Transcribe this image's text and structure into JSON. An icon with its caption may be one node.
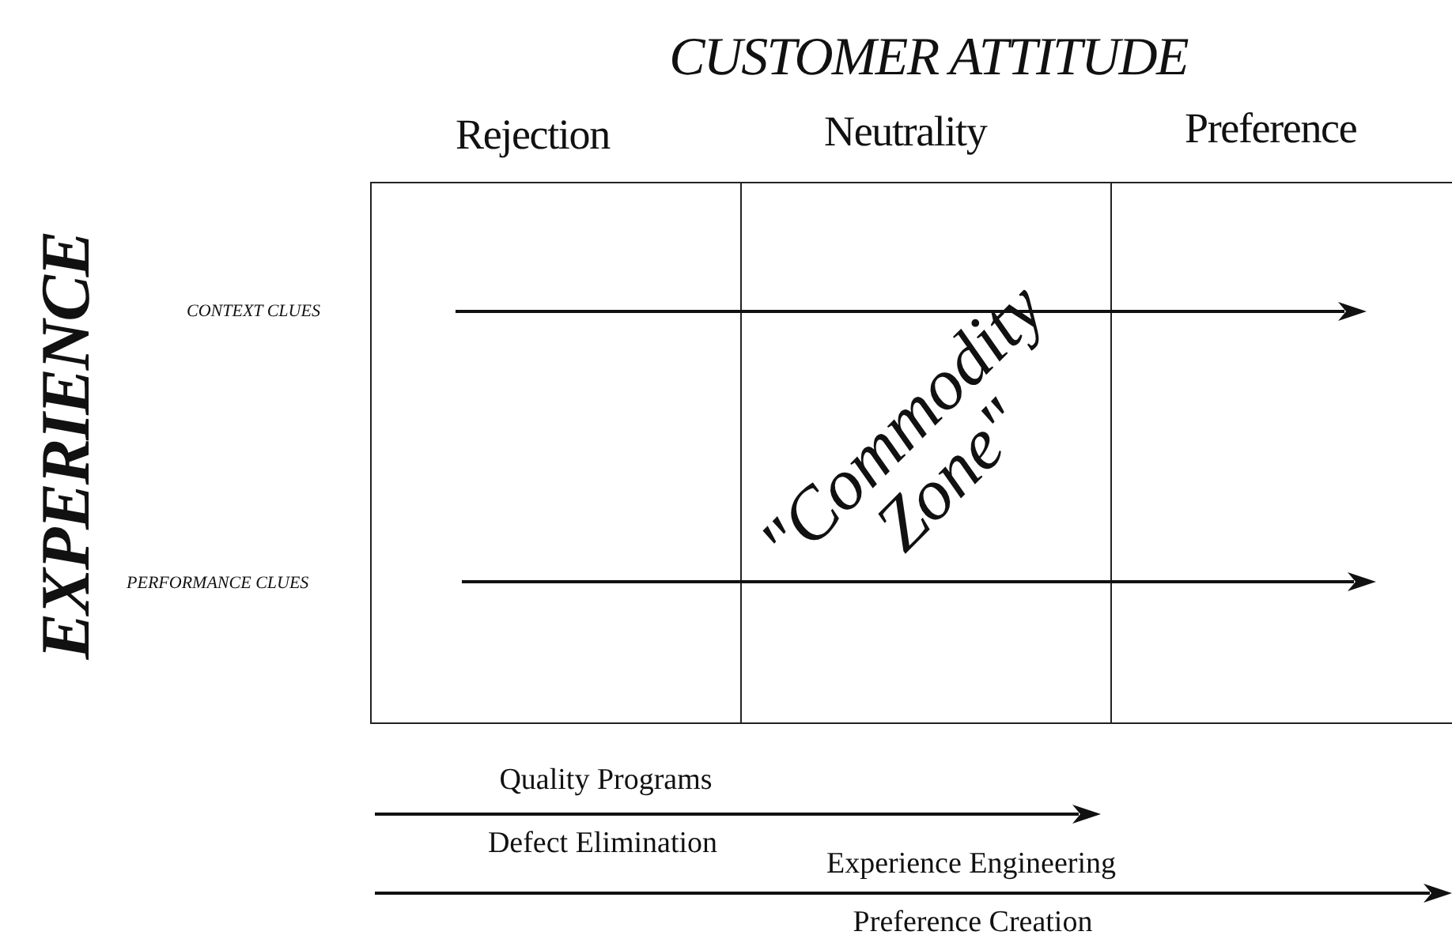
{
  "diagram": {
    "title": "CUSTOMER ATTITUDE",
    "labels": [
      "Rejection",
      "Neutrality",
      "Preference",
      "EXPERIENCE",
      "CONTEXT CLUES",
      "\"Commodity Zone\"",
      "PERFORMANCE CLUES",
      "Quality Programs",
      "Defect Elimination",
      "Experience Engineering",
      "Preference Creation"
    ]
  }
}
